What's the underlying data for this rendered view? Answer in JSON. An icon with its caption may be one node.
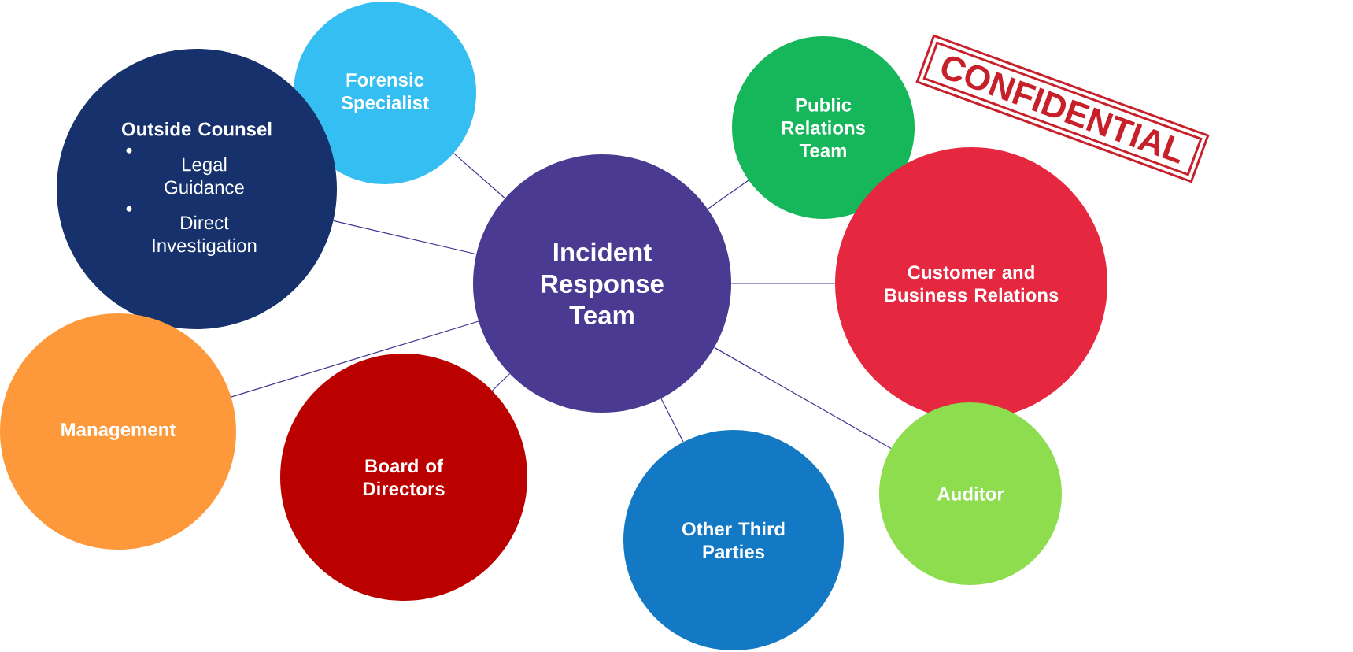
{
  "diagram": {
    "nodes": [
      {
        "text": [
          "Forensic Specialist"
        ]
      },
      {
        "text": [
          "Outside Counsel",
          "Legal Guidance",
          "Direct Investigation"
        ]
      },
      {
        "text": [
          "Public Relations Team"
        ]
      },
      {
        "text": [
          "Incident Response Team"
        ]
      },
      {
        "text": [
          "Customer and Business Relations"
        ]
      },
      {
        "text": [
          "Management"
        ]
      },
      {
        "text": [
          "Board of Directors"
        ]
      },
      {
        "text": [
          "Other Third Parties"
        ]
      },
      {
        "text": [
          "Auditor"
        ]
      }
    ],
    "edges": [
      {
        "from": 3,
        "to": 0,
        "arrow": "none"
      },
      {
        "from": 3,
        "to": 1,
        "arrow": "none"
      },
      {
        "from": 3,
        "to": 2,
        "arrow": "none"
      },
      {
        "from": 3,
        "to": 4,
        "arrow": "none"
      },
      {
        "from": 3,
        "to": 5,
        "arrow": "none"
      },
      {
        "from": 3,
        "to": 6,
        "arrow": "none"
      },
      {
        "from": 3,
        "to": 7,
        "arrow": "none"
      },
      {
        "from": 3,
        "to": 8,
        "arrow": "none"
      }
    ],
    "labels": [
      "CONFIDENTIAL"
    ]
  }
}
